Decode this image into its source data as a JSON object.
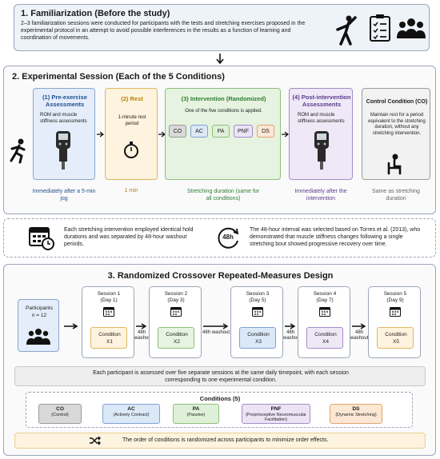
{
  "familiarization": {
    "title": "1. Familiarization (Before the study)",
    "text": "2–3 familiarization sessions were conducted for participants with the tests and stretching exercises proposed in the experimental protocol in an attempt to avoid possible interferences in the results as a function of learning and coordination of movements."
  },
  "experimental": {
    "title": "2. Experimental Session (Each of the 5 Conditions)",
    "pre": {
      "title": "(1) Pre-exercise Assessments",
      "desc": "ROM and muscle stiffness assessments",
      "caption": "Immediately after a 5-min jog"
    },
    "rest": {
      "title": "(2) Rest",
      "desc": "1-minute rest period",
      "caption": "1 min"
    },
    "intervention": {
      "title": "(3) Intervention (Randomized)",
      "desc": "One of the five conditions is applied.",
      "chips": [
        "CO",
        "AC",
        "PA",
        "PNF",
        "DS"
      ],
      "caption": "Stretching duration (same for all conditions)"
    },
    "post": {
      "title": "(4) Post-intervention Assessments",
      "desc": "ROM and muscle stiffness assessments",
      "caption": "Immediately after the intervention"
    },
    "control": {
      "title": "Control Condition (CO)",
      "desc": "Maintain rest for a period equivalent to the stretching duration, without any stretching intervention.",
      "caption": "Same as stretching duration"
    }
  },
  "notes": {
    "left": "Each stretching intervention employed identical hold durations and was separated by 48-hour washout periods.",
    "badge": "48h",
    "right": "The 48-hour interval was selected based on Torres et al. (2013), who demonstrated that muscle stiffness changes following a single stretching bout showed progressive recovery over time."
  },
  "crossover": {
    "title": "3. Randomized Crossover Repeated-Measures Design",
    "participants": "Participants",
    "n": "n = 12",
    "sessions": [
      {
        "name": "Session 1",
        "day": "(Day 1)",
        "cond": "Condition",
        "x": "X1"
      },
      {
        "name": "Session 2",
        "day": "(Day 3)",
        "cond": "Condition",
        "x": "X2"
      },
      {
        "name": "Session 3",
        "day": "(Day 5)",
        "cond": "Condition",
        "x": "X3"
      },
      {
        "name": "Session 4",
        "day": "(Day 7)",
        "cond": "Condition",
        "x": "X4"
      },
      {
        "name": "Session 5",
        "day": "(Day 9)",
        "cond": "Condition",
        "x": "X5"
      }
    ],
    "washout": "48h washout",
    "summary": "Each participant is assessed over five separate sessions at the same daily timepoint, with each session corresponding to one experimental condition.",
    "conditions_title": "Conditions (5)",
    "conditions": [
      {
        "code": "CO",
        "name": "(Control)",
        "color": "#d9d9d9"
      },
      {
        "code": "AC",
        "name": "(Actively Contract)",
        "color": "#dbe8f7"
      },
      {
        "code": "PA",
        "name": "(Passive)",
        "color": "#dff0d8"
      },
      {
        "code": "PNF",
        "name": "(Proprioceptive Neuromuscular Facilitation)",
        "color": "#ece4f5"
      },
      {
        "code": "DS",
        "name": "(Dynamic Stretching)",
        "color": "#fbe7d4"
      }
    ],
    "footer": "The order of conditions is randomized across participants to minimize order effects."
  }
}
